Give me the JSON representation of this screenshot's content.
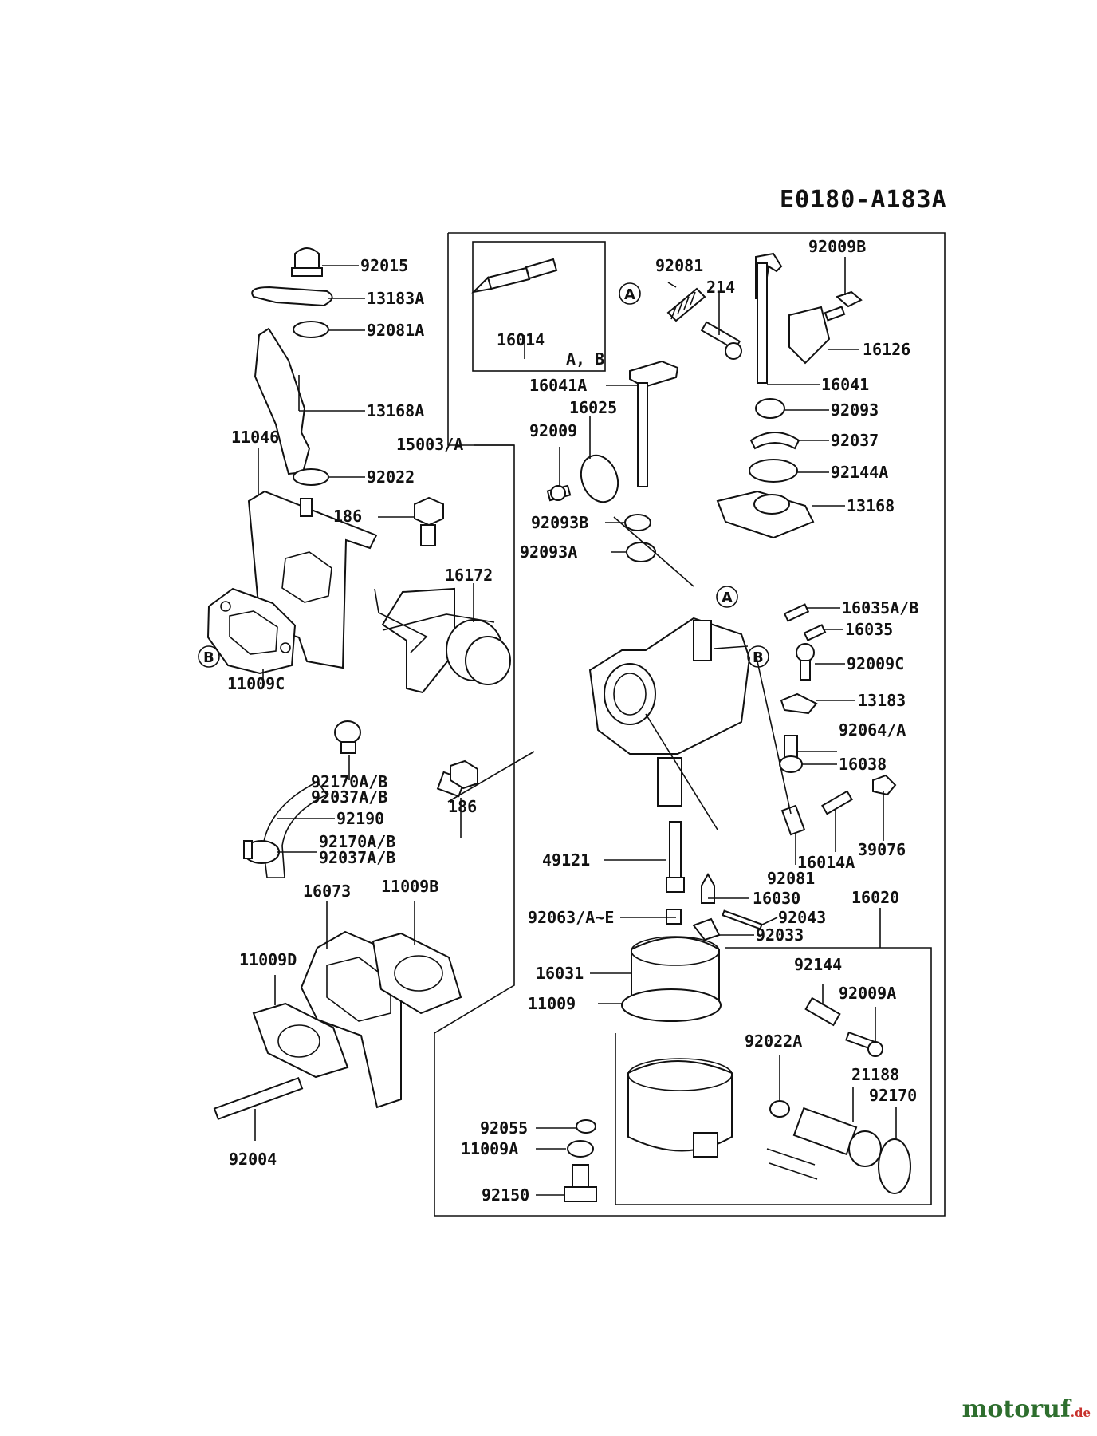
{
  "diagram_code": "E0180-A183A",
  "watermark": {
    "main": "motoruf",
    "suffix": ".de"
  },
  "circle_markers": [
    "A",
    "B"
  ],
  "labels": {
    "l92015": "92015",
    "l13183A": "13183A",
    "l92081A": "92081A",
    "l13168A": "13168A",
    "l11046": "11046",
    "l92022": "92022",
    "l186a": "186",
    "l16172": "16172",
    "l15003": "15003/A",
    "l11009C": "11009C",
    "l92170AB1": "92170A/B",
    "l92037AB1": "92037A/B",
    "l92190": "92190",
    "l186b": "186",
    "l92170AB2": "92170A/B",
    "l92037AB2": "92037A/B",
    "l16073": "16073",
    "l11009B": "11009B",
    "l11009D": "11009D",
    "l92004": "92004",
    "l16014": "16014",
    "lAB": "A, B",
    "l92081": "92081",
    "l214": "214",
    "l92009B": "92009B",
    "l16126": "16126",
    "l16041A": "16041A",
    "l16025": "16025",
    "l92009": "92009",
    "l16041": "16041",
    "l92093": "92093",
    "l92037": "92037",
    "l92144A": "92144A",
    "l13168": "13168",
    "l92093B": "92093B",
    "l92093A": "92093A",
    "l16035AB": "16035A/B",
    "l16035": "16035",
    "l92009C": "92009C",
    "l13183": "13183",
    "l92064A": "92064/A",
    "l16038": "16038",
    "l39076": "39076",
    "l16014A": "16014A",
    "l92081b": "92081",
    "l49121": "49121",
    "l16030": "16030",
    "l92043": "92043",
    "l92063": "92063/A~E",
    "l92033": "92033",
    "l16020": "16020",
    "l16031": "16031",
    "l11009": "11009",
    "l92144": "92144",
    "l92009A": "92009A",
    "l92022A": "92022A",
    "l21188": "21188",
    "l92170": "92170",
    "l92055": "92055",
    "l11009A": "11009A",
    "l92150": "92150"
  }
}
